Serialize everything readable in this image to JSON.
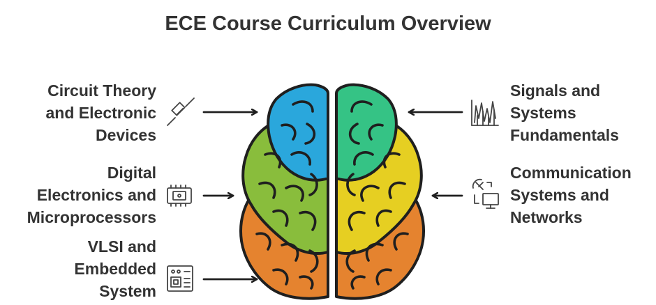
{
  "title": "ECE Course Curriculum Overview",
  "topics": {
    "circuit_theory": {
      "lines": [
        "Circuit Theory",
        "and Electronic",
        "Devices"
      ],
      "icon": "resistor-icon"
    },
    "digital_electronics": {
      "lines": [
        "Digital",
        "Electronics and",
        "Microprocessors"
      ],
      "icon": "microchip-icon"
    },
    "vlsi": {
      "lines": [
        "VLSI and",
        "Embedded",
        "System"
      ],
      "icon": "circuit-board-icon"
    },
    "signals": {
      "lines": [
        "Signals and",
        "Systems",
        "Fundamentals"
      ],
      "icon": "signal-waveform-icon"
    },
    "communication": {
      "lines": [
        "Communication",
        "Systems and",
        "Networks"
      ],
      "icon": "satellite-computer-icon"
    }
  },
  "colors": {
    "blue": "#2aa7dc",
    "green": "#89bd3c",
    "orange": "#e5832f",
    "teal": "#35c385",
    "yellow": "#e6cf22",
    "outline": "#1f1f1f",
    "text": "#333333"
  }
}
